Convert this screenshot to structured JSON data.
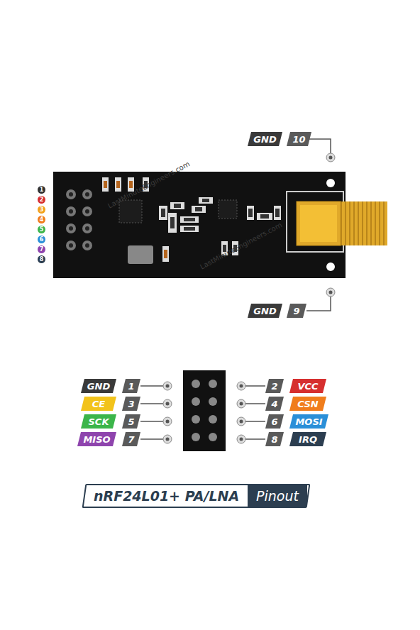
{
  "diagram": {
    "title": "nRF24L01+ PA/LNA",
    "nodes": [
      {
        "text": [
          "GND"
        ]
      },
      {
        "text": [
          "10"
        ]
      },
      {
        "text": [
          "GND"
        ]
      },
      {
        "text": [
          "9"
        ]
      },
      {
        "text": [
          "GND"
        ]
      },
      {
        "text": [
          "1"
        ]
      },
      {
        "text": [
          "2"
        ]
      },
      {
        "text": [
          "VCC"
        ]
      },
      {
        "text": [
          "CE"
        ]
      },
      {
        "text": [
          "3"
        ]
      },
      {
        "text": [
          "4"
        ]
      },
      {
        "text": [
          "CSN"
        ]
      },
      {
        "text": [
          "SCK"
        ]
      },
      {
        "text": [
          "5"
        ]
      },
      {
        "text": [
          "6"
        ]
      },
      {
        "text": [
          "MOSI"
        ]
      },
      {
        "text": [
          "MISO"
        ]
      },
      {
        "text": [
          "7"
        ]
      },
      {
        "text": [
          "8"
        ]
      },
      {
        "text": [
          "IRQ"
        ]
      }
    ],
    "labels": [
      "1",
      "2",
      "3",
      "4",
      "5",
      "6",
      "7",
      "8",
      "LastMinuteEngineers.com",
      "LastMinuteEngineers.com",
      "Pinout"
    ]
  }
}
